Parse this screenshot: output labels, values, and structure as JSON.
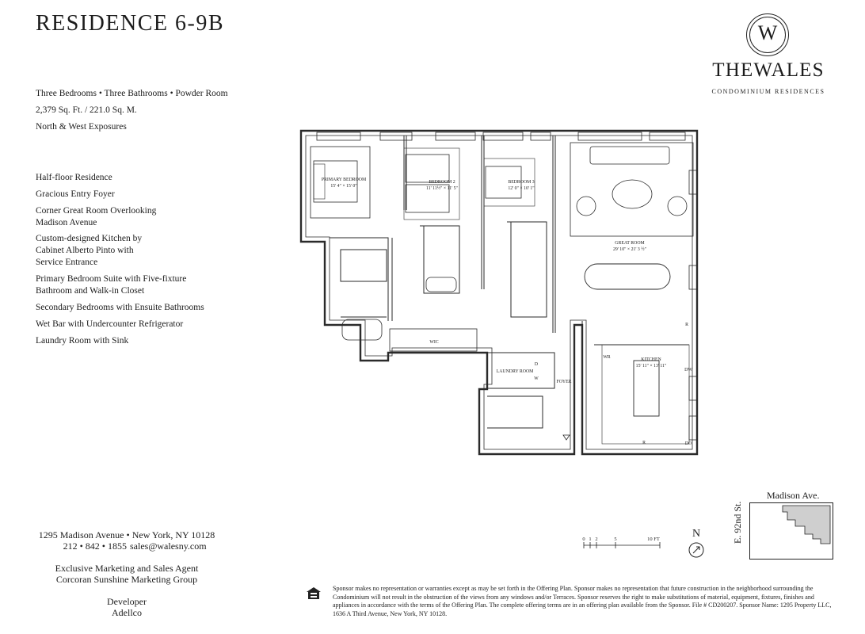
{
  "header": {
    "title": "RESIDENCE 6-9B"
  },
  "brand": {
    "monogram": "W",
    "name": "THEWALES",
    "tagline": "CONDOMINIUM RESIDENCES"
  },
  "summary": {
    "rooms": "Three Bedrooms • Three Bathrooms • Powder Room",
    "area": "2,379 Sq. Ft. / 221.0 Sq. M.",
    "exposure": "North & West Exposures"
  },
  "features": [
    "Half-floor Residence",
    "Gracious Entry Foyer",
    "Corner Great Room Overlooking Madison Avenue",
    "Custom-designed Kitchen by Cabinet Alberto Pinto with Service Entrance",
    "Primary Bedroom Suite with Five-fixture Bathroom and Walk-in Closet",
    "Secondary Bedrooms with Ensuite Bathrooms",
    "Wet Bar with Undercounter Refrigerator",
    "Laundry Room with Sink"
  ],
  "plan": {
    "rooms": {
      "primary_name": "PRIMARY BEDROOM",
      "primary_dim": "15' 4\" × 15' 0\"",
      "bed2_name": "BEDROOM 2",
      "bed2_dim": "11' 11½\" × 11' 5\"",
      "bed3_name": "BEDROOM 3",
      "bed3_dim": "12' 0\" × 10' 1\"",
      "great_name": "GREAT ROOM",
      "great_dim": "29' 10\" × 21' 3 ½\"",
      "kitchen_name": "KITCHEN",
      "kitchen_dim": "15' 11\" × 13' 11\"",
      "wic": "WIC",
      "laundry": "LAUNDRY ROOM",
      "foyer": "FOYER"
    },
    "appliances": {
      "wr": "WR",
      "dw": "DW",
      "r": "R",
      "d": "D",
      "w": "W",
      "do": "DO"
    }
  },
  "contact": {
    "address": "1295 Madison Avenue • New York, NY 10128",
    "phone": "212 • 842 • 1855",
    "email": "sales@walesny.com",
    "agent_line1": "Exclusive Marketing and Sales Agent",
    "agent_line2": "Corcoran Sunshine Marketing Group",
    "developer_label": "Developer",
    "developer_name": "Adellco"
  },
  "map": {
    "street_top": "Madison Ave.",
    "street_side": "E. 92nd St.",
    "north": "N"
  },
  "scale": {
    "ticks": [
      "0",
      "1",
      "2",
      "5",
      "10 FT"
    ]
  },
  "legal": "Sponsor makes no representation or warranties except as may be set forth in the Offering Plan. Sponsor makes no representation that future construction in the neighborhood surrounding the Condominium will not result in the obstruction of the views from any windows and/or Terraces. Sponsor reserves the right to make substitutions of material, equipment, fixtures, finishes and appliances in accordance with the terms of the Offering Plan. The complete offering terms are in an offering plan available from the Sponsor. File # CD200207. Sponsor Name: 1295 Property LLC, 1636 A Third Avenue, New York, NY 10128."
}
